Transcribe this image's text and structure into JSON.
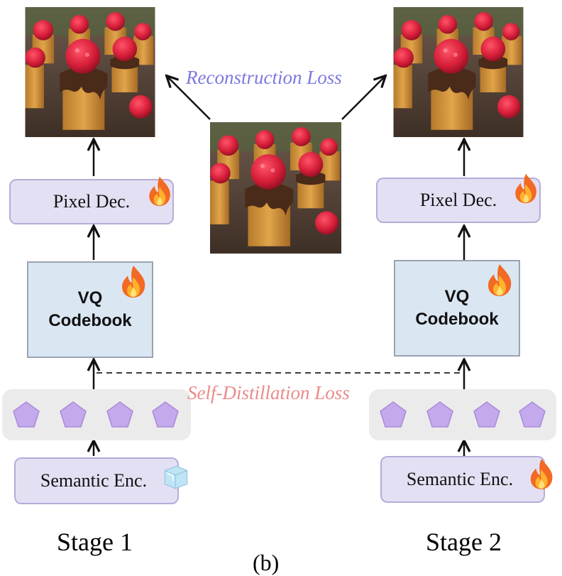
{
  "losses": {
    "reconstruction": "Reconstruction Loss",
    "self_distillation": "Self-Distillation Loss"
  },
  "stage1": {
    "pixel_decoder": "Pixel Dec.",
    "pixel_decoder_state": "fire",
    "codebook_line1": "VQ",
    "codebook_line2": "Codebook",
    "codebook_state": "fire",
    "semantic_encoder": "Semantic Enc.",
    "semantic_encoder_state": "ice",
    "label": "Stage 1"
  },
  "stage2": {
    "pixel_decoder": "Pixel Dec.",
    "pixel_decoder_state": "fire",
    "codebook_line1": "VQ",
    "codebook_line2": "Codebook",
    "codebook_state": "fire",
    "semantic_encoder": "Semantic Enc.",
    "semantic_encoder_state": "fire",
    "label": "Stage 2"
  },
  "caption": "(b)",
  "icons": [
    "fire-icon",
    "ice-cube-icon",
    "pentagon-token-icon",
    "dessert-photo"
  ],
  "colors": {
    "reconstruction_text": "#7b78e0",
    "distillation_text": "#ea8a8a",
    "token_fill": "#c4a9ec",
    "token_stroke": "#a98ad9",
    "pixel_box_fill": "#e4e0f3",
    "codebook_fill": "#dbe6f3"
  }
}
